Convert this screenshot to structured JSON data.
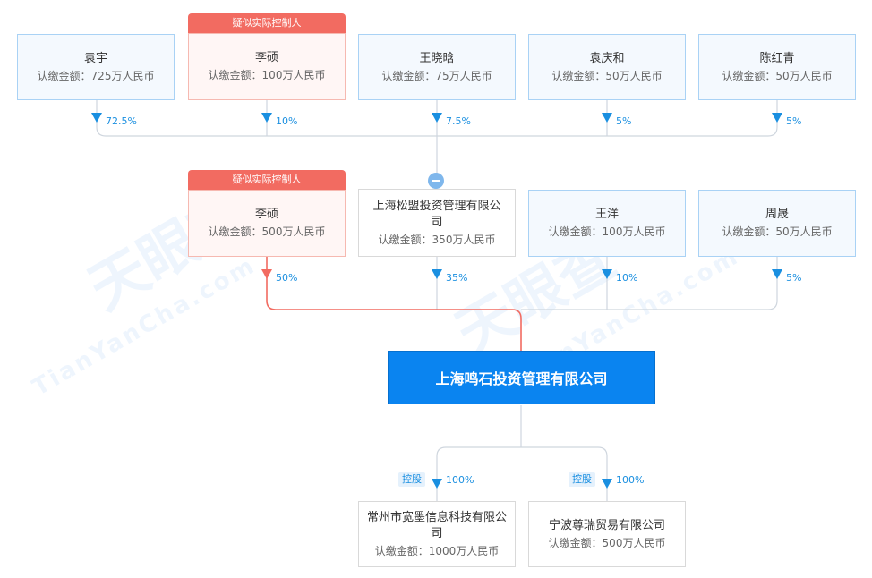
{
  "watermark": {
    "brand": "天眼查",
    "site": "TianYanCha.com"
  },
  "top_row": [
    {
      "name": "袁宇",
      "amount": "认缴金额：725万人民币",
      "percent": "72.5%",
      "tag": ""
    },
    {
      "name": "李硕",
      "amount": "认缴金额：100万人民币",
      "percent": "10%",
      "tag": "疑似实际控制人"
    },
    {
      "name": "王晓晗",
      "amount": "认缴金额：75万人民币",
      "percent": "7.5%",
      "tag": ""
    },
    {
      "name": "袁庆和",
      "amount": "认缴金额：50万人民币",
      "percent": "5%",
      "tag": ""
    },
    {
      "name": "陈红青",
      "amount": "认缴金额：50万人民币",
      "percent": "5%",
      "tag": ""
    }
  ],
  "mid_row": [
    {
      "name": "李硕",
      "amount": "认缴金额：500万人民币",
      "percent": "50%",
      "tag": "疑似实际控制人"
    },
    {
      "name": "上海松盟投资管理有限公司",
      "amount": "认缴金额：350万人民币",
      "percent": "35%",
      "tag": ""
    },
    {
      "name": "王洋",
      "amount": "认缴金额：100万人民币",
      "percent": "10%",
      "tag": ""
    },
    {
      "name": "周晟",
      "amount": "认缴金额：50万人民币",
      "percent": "5%",
      "tag": ""
    }
  ],
  "main_company": "上海鸣石投资管理有限公司",
  "subsidiaries": [
    {
      "name": "常州市宽墨信息科技有限公司",
      "amount": "认缴金额：1000万人民币",
      "percent": "100%",
      "hold_tag": "控股"
    },
    {
      "name": "宁波尊瑞贸易有限公司",
      "amount": "认缴金额：500万人民币",
      "percent": "100%",
      "hold_tag": "控股"
    }
  ],
  "colors": {
    "accent": "#0a84f0",
    "control_tag": "#f26b61",
    "control_line": "#f26b61",
    "percent_text": "#1a8fe0"
  }
}
